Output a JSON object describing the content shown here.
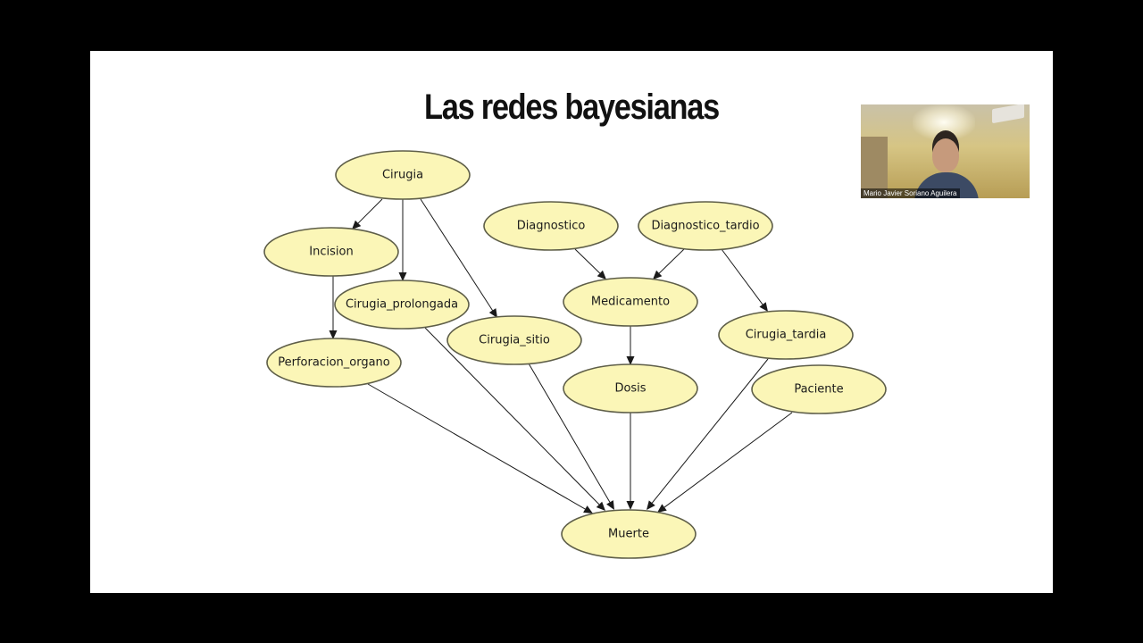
{
  "slide": {
    "title": "Las redes bayesianas"
  },
  "webcam": {
    "participant_name": "Mario Javier Soriano Aguilera"
  },
  "colors": {
    "node_fill": "#fbf6b7",
    "node_stroke": "#5e5e48",
    "edge": "#1a1a1a",
    "slide_background": "#ffffff",
    "frame_background": "#000000"
  },
  "diagram": {
    "type": "directed-graph",
    "nodes": [
      {
        "id": "Cirugia",
        "label": "Cirugia"
      },
      {
        "id": "Incision",
        "label": "Incision"
      },
      {
        "id": "Cirugia_prolongada",
        "label": "Cirugia_prolongada"
      },
      {
        "id": "Cirugia_sitio",
        "label": "Cirugia_sitio"
      },
      {
        "id": "Perforacion_organo",
        "label": "Perforacion_organo"
      },
      {
        "id": "Diagnostico",
        "label": "Diagnostico"
      },
      {
        "id": "Diagnostico_tardio",
        "label": "Diagnostico_tardio"
      },
      {
        "id": "Medicamento",
        "label": "Medicamento"
      },
      {
        "id": "Dosis",
        "label": "Dosis"
      },
      {
        "id": "Cirugia_tardia",
        "label": "Cirugia_tardia"
      },
      {
        "id": "Paciente",
        "label": "Paciente"
      },
      {
        "id": "Muerte",
        "label": "Muerte"
      }
    ],
    "edges": [
      {
        "from": "Cirugia",
        "to": "Incision"
      },
      {
        "from": "Cirugia",
        "to": "Cirugia_prolongada"
      },
      {
        "from": "Cirugia",
        "to": "Cirugia_sitio"
      },
      {
        "from": "Incision",
        "to": "Perforacion_organo"
      },
      {
        "from": "Diagnostico",
        "to": "Medicamento"
      },
      {
        "from": "Diagnostico_tardio",
        "to": "Medicamento"
      },
      {
        "from": "Diagnostico_tardio",
        "to": "Cirugia_tardia"
      },
      {
        "from": "Medicamento",
        "to": "Dosis"
      },
      {
        "from": "Perforacion_organo",
        "to": "Muerte"
      },
      {
        "from": "Cirugia_prolongada",
        "to": "Muerte"
      },
      {
        "from": "Cirugia_sitio",
        "to": "Muerte"
      },
      {
        "from": "Dosis",
        "to": "Muerte"
      },
      {
        "from": "Cirugia_tardia",
        "to": "Muerte"
      },
      {
        "from": "Paciente",
        "to": "Muerte"
      }
    ]
  }
}
